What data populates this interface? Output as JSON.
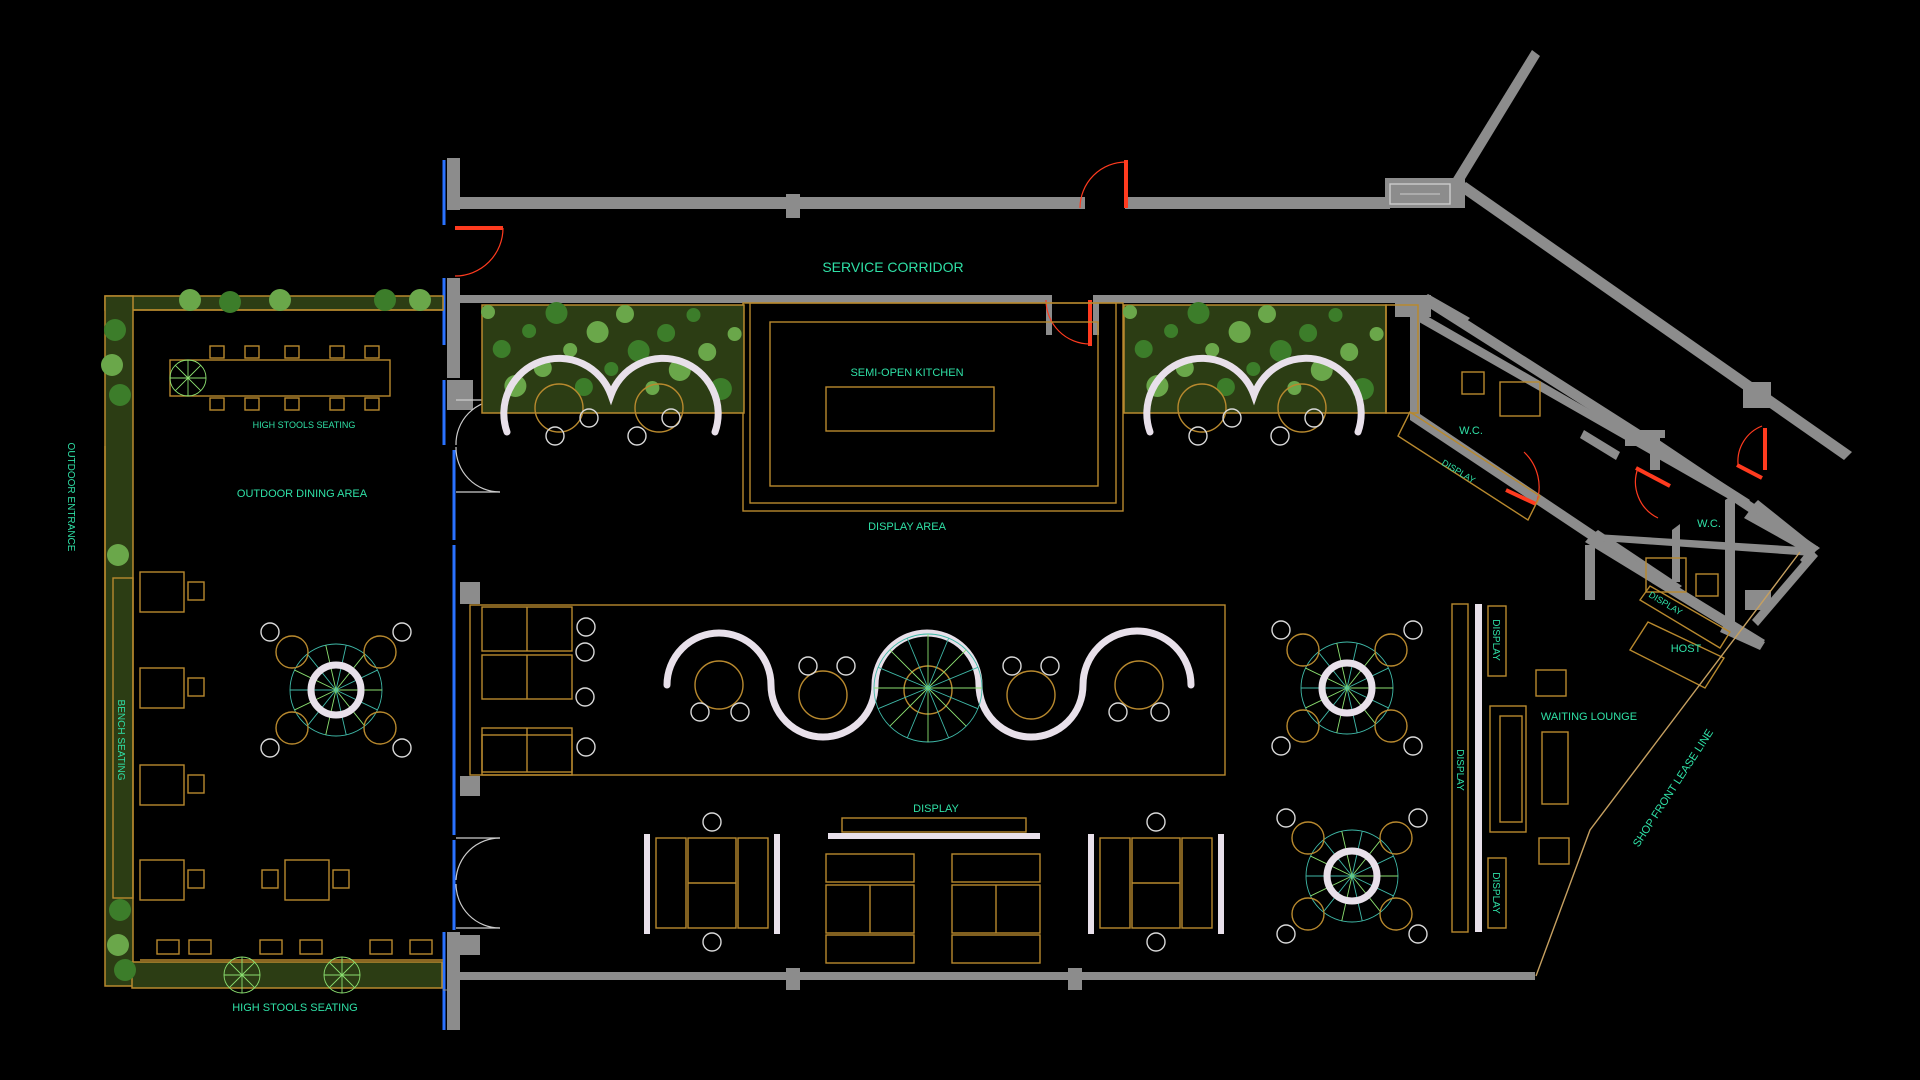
{
  "labels": {
    "service_corridor": "SERVICE  CORRIDOR",
    "semi_open_kitchen": "SEMI-OPEN KITCHEN",
    "display_area": "DISPLAY AREA",
    "high_stools_top": "HIGH STOOLS SEATING",
    "outdoor_dining_area": "OUTDOOR DINING AREA",
    "outdoor_entrance": "OUTDOOR ENTRANCE",
    "bench_seating": "BENCH SEATING",
    "high_stools_bottom": "HIGH STOOLS SEATING",
    "wc_left": "W.C.",
    "wc_right": "W.C.",
    "display_wc": "DISPLAY",
    "display_diag": "DISPLAY",
    "host": "HOST",
    "waiting_lounge": "WAITING LOUNGE",
    "shop_front": "SHOP FRONT LEASE LINE",
    "display_mid": "DISPLAY",
    "display_v1": "DISPLAY",
    "display_v2": "DISPLAY",
    "display_v3": "DISPLAY"
  },
  "colors": {
    "background": "#000000",
    "wall": "#8c8c8c",
    "label": "#2fe0a6",
    "furniture": "#b8892e",
    "curved_seating": "#e8e0ea",
    "door": "#ff3b1f",
    "glazing": "#2a72ff",
    "planting": "#3c7d2a"
  }
}
